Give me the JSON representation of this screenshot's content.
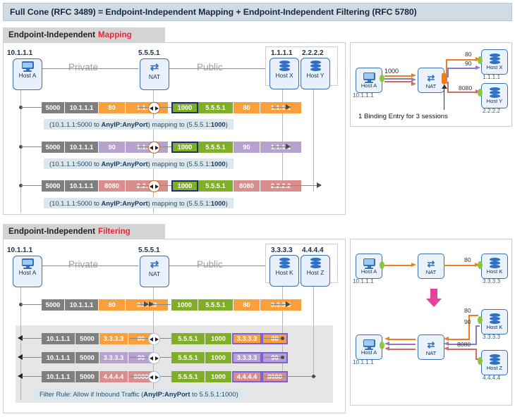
{
  "title": "Full Cone (RFC 3489) = Endpoint-Independent Mapping + Endpoint-Independent Filtering (RFC 5780)",
  "sections": {
    "mapping": {
      "header_prefix": "Endpoint-Independent",
      "header_accent": "Mapping",
      "zone_private": "Private",
      "zone_public": "Public",
      "host_a": {
        "ip": "10.1.1.1",
        "label": "Host A"
      },
      "nat": {
        "ip": "5.5.5.1",
        "label": "NAT"
      },
      "remote_hosts": [
        {
          "ip": "1.1.1.1",
          "label": "Host X"
        },
        {
          "ip": "2.2.2.2",
          "label": "Host Y"
        }
      ],
      "rows": [
        {
          "inside": [
            "5000",
            "10.1.1.1",
            "80",
            "1.1.1.1"
          ],
          "outside": [
            "1000",
            "5.5.5.1",
            "80",
            "1.1.1.1"
          ],
          "caption_a": "(10.1.1.1:5000 to ",
          "caption_b": "AnyIP:AnyPort",
          "caption_c": ") mapping to (5.5.5.1:",
          "caption_d": "1000",
          "caption_e": ")"
        },
        {
          "inside": [
            "5000",
            "10.1.1.1",
            "90",
            "1.1.1.1"
          ],
          "outside": [
            "1000",
            "5.5.5.1",
            "90",
            "1.1.1.1"
          ],
          "caption_a": "(10.1.1.1:5000 to ",
          "caption_b": "AnyIP:AnyPort",
          "caption_c": ") mapping to (5.5.5.1:",
          "caption_d": "1000",
          "caption_e": ")"
        },
        {
          "inside": [
            "5000",
            "10.1.1.1",
            "8080",
            "2.2.2.2"
          ],
          "outside": [
            "1000",
            "5.5.5.1",
            "8080",
            "2.2.2.2"
          ],
          "caption_a": "(10.1.1.1:5000 to ",
          "caption_b": "AnyIP:AnyPort",
          "caption_c": ") mapping to (5.5.5.1:",
          "caption_d": "1000",
          "caption_e": ")"
        }
      ],
      "right_panel": {
        "host_a": {
          "label": "Host A",
          "ip": "10.1.1.1"
        },
        "nat": {
          "label": "NAT"
        },
        "mapped_port": "1000",
        "targets": [
          {
            "label": "Host X",
            "ip": "1.1.1.1",
            "port_top": "80",
            "port_mid": "90"
          },
          {
            "label": "Host Y",
            "ip": "2.2.2.2",
            "port": "8080"
          }
        ],
        "note": "1 Binding Entry for 3 sessions"
      }
    },
    "filtering": {
      "header_prefix": "Endpoint-Independent",
      "header_accent": "Filtering",
      "zone_private": "Private",
      "zone_public": "Public",
      "host_a": {
        "ip": "10.1.1.1",
        "label": "Host A"
      },
      "nat": {
        "ip": "5.5.5.1",
        "label": "NAT"
      },
      "remote_hosts": [
        {
          "ip": "3.3.3.3",
          "label": "Host K"
        },
        {
          "ip": "4.4.4.4",
          "label": "Host Z"
        }
      ],
      "outbound_row": {
        "inside": [
          "5000",
          "10.1.1.1",
          "80",
          "3.3.3.3"
        ],
        "outside": [
          "1000",
          "5.5.5.1",
          "80",
          "3.3.3.3"
        ]
      },
      "inbound_rows": [
        {
          "inside": [
            "10.1.1.1",
            "5000",
            "3.3.3.3",
            "80"
          ],
          "outside": [
            "5.5.5.1",
            "1000",
            "3.3.3.3",
            "80"
          ]
        },
        {
          "inside": [
            "10.1.1.1",
            "5000",
            "3.3.3.3",
            "90"
          ],
          "outside": [
            "5.5.5.1",
            "1000",
            "3.3.3.3",
            "90"
          ]
        },
        {
          "inside": [
            "10.1.1.1",
            "5000",
            "4.4.4.4",
            "8080"
          ],
          "outside": [
            "5.5.5.1",
            "1000",
            "4.4.4.4",
            "8080"
          ]
        }
      ],
      "filter_rule_a": "Filter Rule: Allow if Inbound Traffic (",
      "filter_rule_b": "AnyIP:AnyPort",
      "filter_rule_c": " to 5.5.5.1:1000)",
      "right_panel": {
        "top": {
          "host_a": {
            "label": "Host A",
            "ip": "10.1.1.1"
          },
          "nat": {
            "label": "NAT"
          },
          "target": {
            "label": "Host K",
            "ip": "3.3.3.3",
            "port": "80"
          }
        },
        "bottom": {
          "host_a": {
            "label": "Host A",
            "ip": "10.1.1.1"
          },
          "nat": {
            "label": "NAT"
          },
          "target_k": {
            "label": "Host K",
            "ip": "3.3.3.3",
            "port_top": "80",
            "port_mid": "90"
          },
          "target_z": {
            "label": "Host Z",
            "ip": "4.4.4.4",
            "port": "8080"
          }
        }
      }
    }
  },
  "colors": {
    "banner": "#cfdce6",
    "section_header": "#d4d4d4",
    "accent_red": "#e8283c",
    "gray_box": "#7f7f7f",
    "orange_box": "#f9a03c",
    "green_box": "#7fae28",
    "purple_box": "#b5a2ce",
    "red_box": "#d98e8e",
    "navy_border": "#1f2f6e",
    "purple_border": "#7b61d8",
    "caption_bg": "#dae7ef",
    "node_border": "#3b6fb0"
  },
  "icons": {
    "monitor": "monitor-icon",
    "database": "database-icon",
    "nat_arrows": "nat-arrows-icon",
    "cross_marker": "nat-translate-icon",
    "down_arrow": "big-down-arrow-icon"
  }
}
